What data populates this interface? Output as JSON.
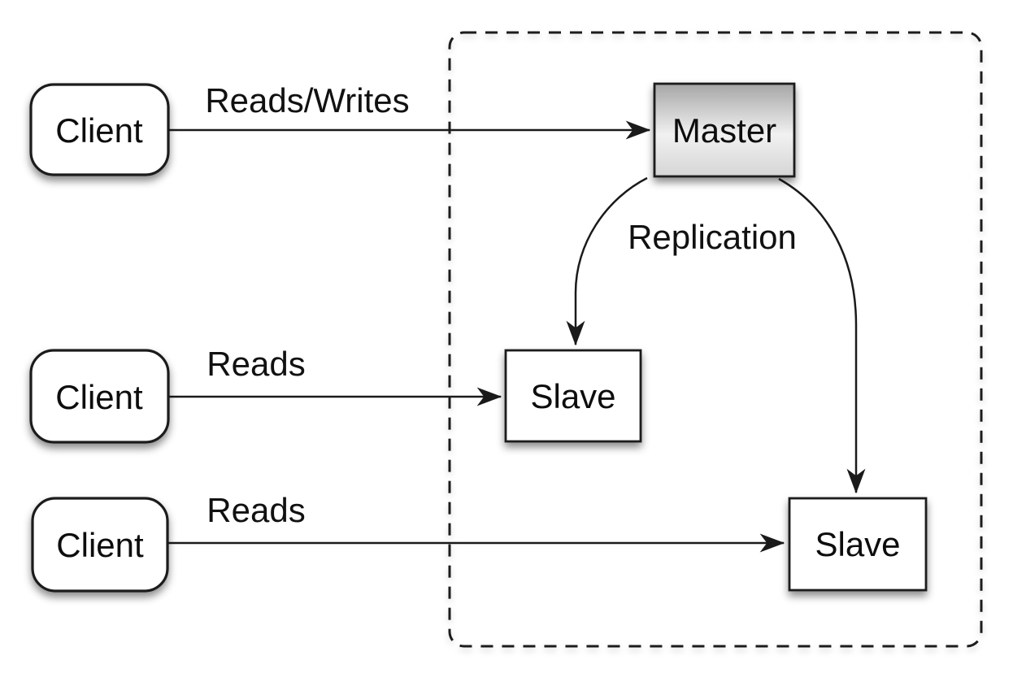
{
  "nodes": {
    "client1": {
      "label": "Client"
    },
    "client2": {
      "label": "Client"
    },
    "client3": {
      "label": "Client"
    },
    "master": {
      "label": "Master"
    },
    "slave1": {
      "label": "Slave"
    },
    "slave2": {
      "label": "Slave"
    }
  },
  "edges": {
    "client1_to_master": {
      "label": "Reads/Writes"
    },
    "client2_to_slave1": {
      "label": "Reads"
    },
    "client3_to_slave2": {
      "label": "Reads"
    },
    "master_to_slaves": {
      "label": "Replication"
    }
  },
  "colors": {
    "stroke": "#1a1a1a",
    "node_fill": "#ffffff",
    "background": "#ffffff",
    "master_gradient_top": "#a6a6a6",
    "master_gradient_mid": "#f1f1f1",
    "master_gradient_bottom": "#d5d5d5"
  }
}
